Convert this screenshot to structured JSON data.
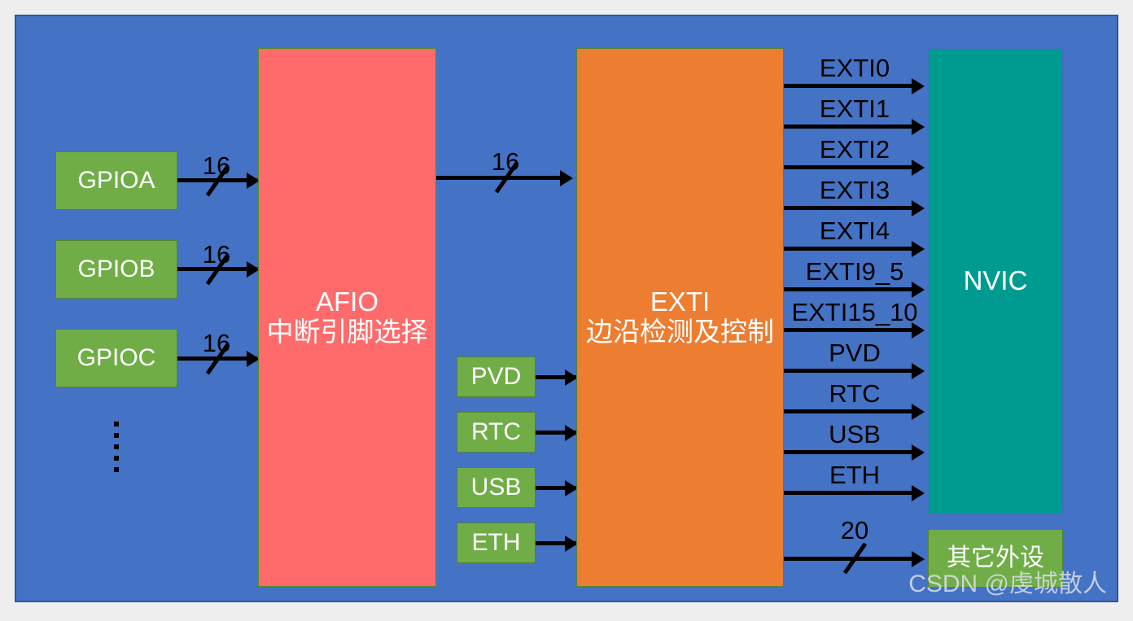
{
  "diagram": {
    "title": "STM32 EXTI / AFIO / NVIC interrupt routing block diagram",
    "colors": {
      "panel_background": "#4472C4",
      "panel_border": "#2E5597",
      "green_block": "#70AD47",
      "green_border": "#548235",
      "red_block": "#FF6B6B",
      "orange_block": "#ED7D31",
      "teal_block": "#009B90",
      "line": "#000000",
      "block_text": "#FFFFFF",
      "caption_text": "#000000",
      "watermark": "#D8DEE8"
    },
    "gpio_sources": [
      {
        "label": "GPIOA",
        "bus_width": "16"
      },
      {
        "label": "GPIOB",
        "bus_width": "16"
      },
      {
        "label": "GPIOC",
        "bus_width": "16"
      }
    ],
    "gpio_more_indicator": "⋮",
    "afio": {
      "line1": "AFIO",
      "line2": "中断引脚选择"
    },
    "afio_to_exti": {
      "bus_width": "16"
    },
    "peripheral_sources": [
      {
        "label": "PVD"
      },
      {
        "label": "RTC"
      },
      {
        "label": "USB"
      },
      {
        "label": "ETH"
      }
    ],
    "exti": {
      "line1": "EXTI",
      "line2": "边沿检测及控制"
    },
    "exti_outputs": [
      {
        "label": "EXTI0"
      },
      {
        "label": "EXTI1"
      },
      {
        "label": "EXTI2"
      },
      {
        "label": "EXTI3"
      },
      {
        "label": "EXTI4"
      },
      {
        "label": "EXTI9_5"
      },
      {
        "label": "EXTI15_10"
      },
      {
        "label": "PVD"
      },
      {
        "label": "RTC"
      },
      {
        "label": "USB"
      },
      {
        "label": "ETH"
      }
    ],
    "nvic": {
      "label": "NVIC"
    },
    "other_peripherals": {
      "label": "其它外设",
      "bus_width": "20"
    },
    "watermark": "CSDN @虔城散人"
  }
}
